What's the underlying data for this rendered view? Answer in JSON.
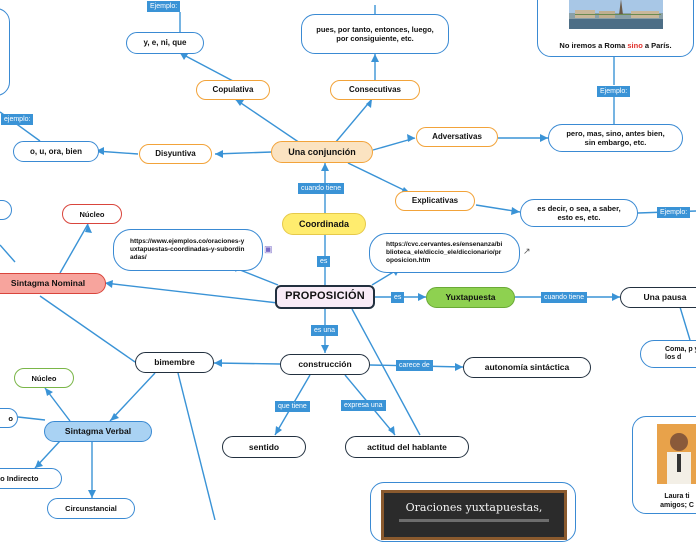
{
  "nodes": {
    "proposicion": "PROPOSICIÓN",
    "una_conjuncion": "Una conjunción",
    "coordinada": "Coordinada",
    "copulativa": "Copulativa",
    "consecutivas": "Consecutivas",
    "adversativas": "Adversativas",
    "disyuntiva": "Disyuntiva",
    "explicativas": "Explicativas",
    "copulativa_ej": "y, e, ni, que",
    "consecutivas_ej": "pues, por tanto, entonces, luego, por consiguiente, etc.",
    "adversativas_ej": "pero, mas, sino, antes bien, sin embargo, etc.",
    "disyuntiva_ej": "o, u, ora, bien",
    "explicativas_ej": "es decir, o sea, a saber, esto es, etc.",
    "link1": "https://www.ejemplos.co/oraciones-yuxtapuestas-coordinadas-y-subordinadas/",
    "link2": "https://cvc.cervantes.es/ensenanza/biblioteca_ele/diccio_ele/diccionario/proposicion.htm",
    "yuxtapuesta": "Yuxtapuesta",
    "una_pausa": "Una pausa",
    "coma_partial": "Coma, p y los d",
    "construccion": "construcción",
    "bimembre": "bimembre",
    "autonomia": "autonomía sintáctica",
    "sentido": "sentido",
    "actitud": "actitud del hablante",
    "sintagma_nominal": "Sintagma Nominal",
    "nucleo1": "Núcleo",
    "nucleo2": "Núcleo",
    "sintagma_verbal": "Sintagma Verbal",
    "cto_indirecto": "to Indirecto",
    "circunstancial": "Circunstancial",
    "roma_pre": "No iremos a Roma ",
    "roma_sino": "sino",
    "roma_post": " a París.",
    "laura_partial": "Laura ti amigos; C",
    "board_text": "Oraciones yuxtapuestas,"
  },
  "labels": {
    "ejemplo_top": "Ejemplo:",
    "ejemplo_left": "ejemplo:",
    "ejemplo_adv": "Ejemplo:",
    "ejemplo_exp": "Ejemplo:",
    "cuando_tiene": "cuando tiene",
    "es1": "es",
    "es2": "es",
    "cuando_tiene2": "cuando tiene",
    "es_una": "es una",
    "carece_de": "carece de",
    "que_tiene": "que tiene",
    "expresa_una": "expresa una"
  },
  "colors": {
    "line": "#3a93d6",
    "label_bg": "#3a93d6",
    "highlight": "#e0302b"
  }
}
